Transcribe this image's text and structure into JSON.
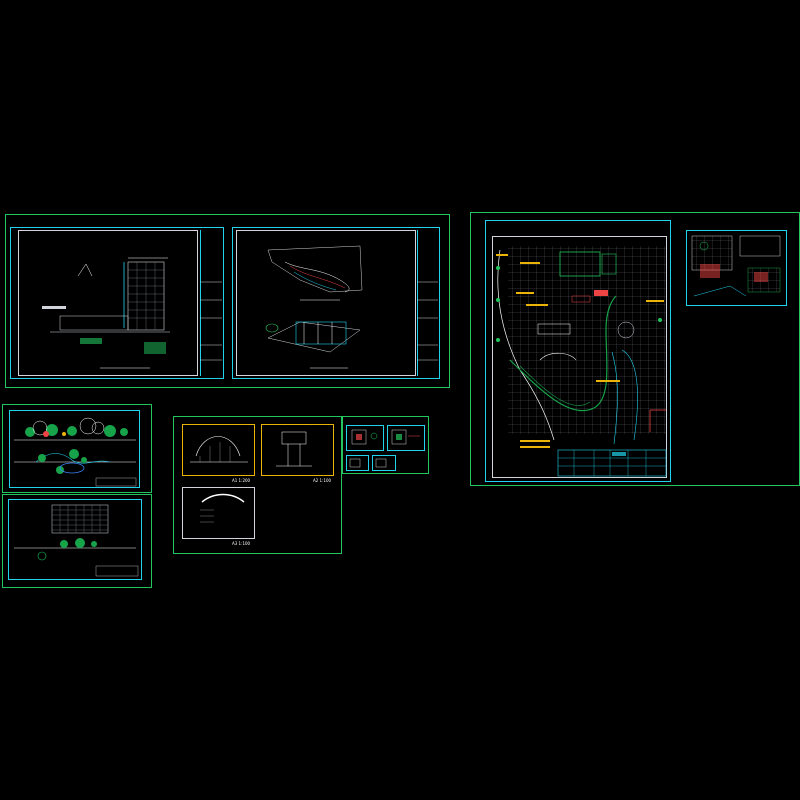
{
  "canvas": {
    "background": "#000000"
  },
  "colors": {
    "frame_outer": "#22c55e",
    "frame_inner": "#22d3ee",
    "sheet_border": "#d1d5db",
    "accent_red": "#ef4444",
    "accent_yellow": "#eab308",
    "plant_green": "#16a34a"
  },
  "sheets": {
    "elevation_sheet": {
      "caption_left": "",
      "caption_right": ""
    },
    "detail_sheet": {
      "scale_1": "A1 1:200",
      "scale_2": "A2 1:100",
      "scale_3": "A3 1:100"
    },
    "site_plan": {
      "title_block": ""
    }
  }
}
